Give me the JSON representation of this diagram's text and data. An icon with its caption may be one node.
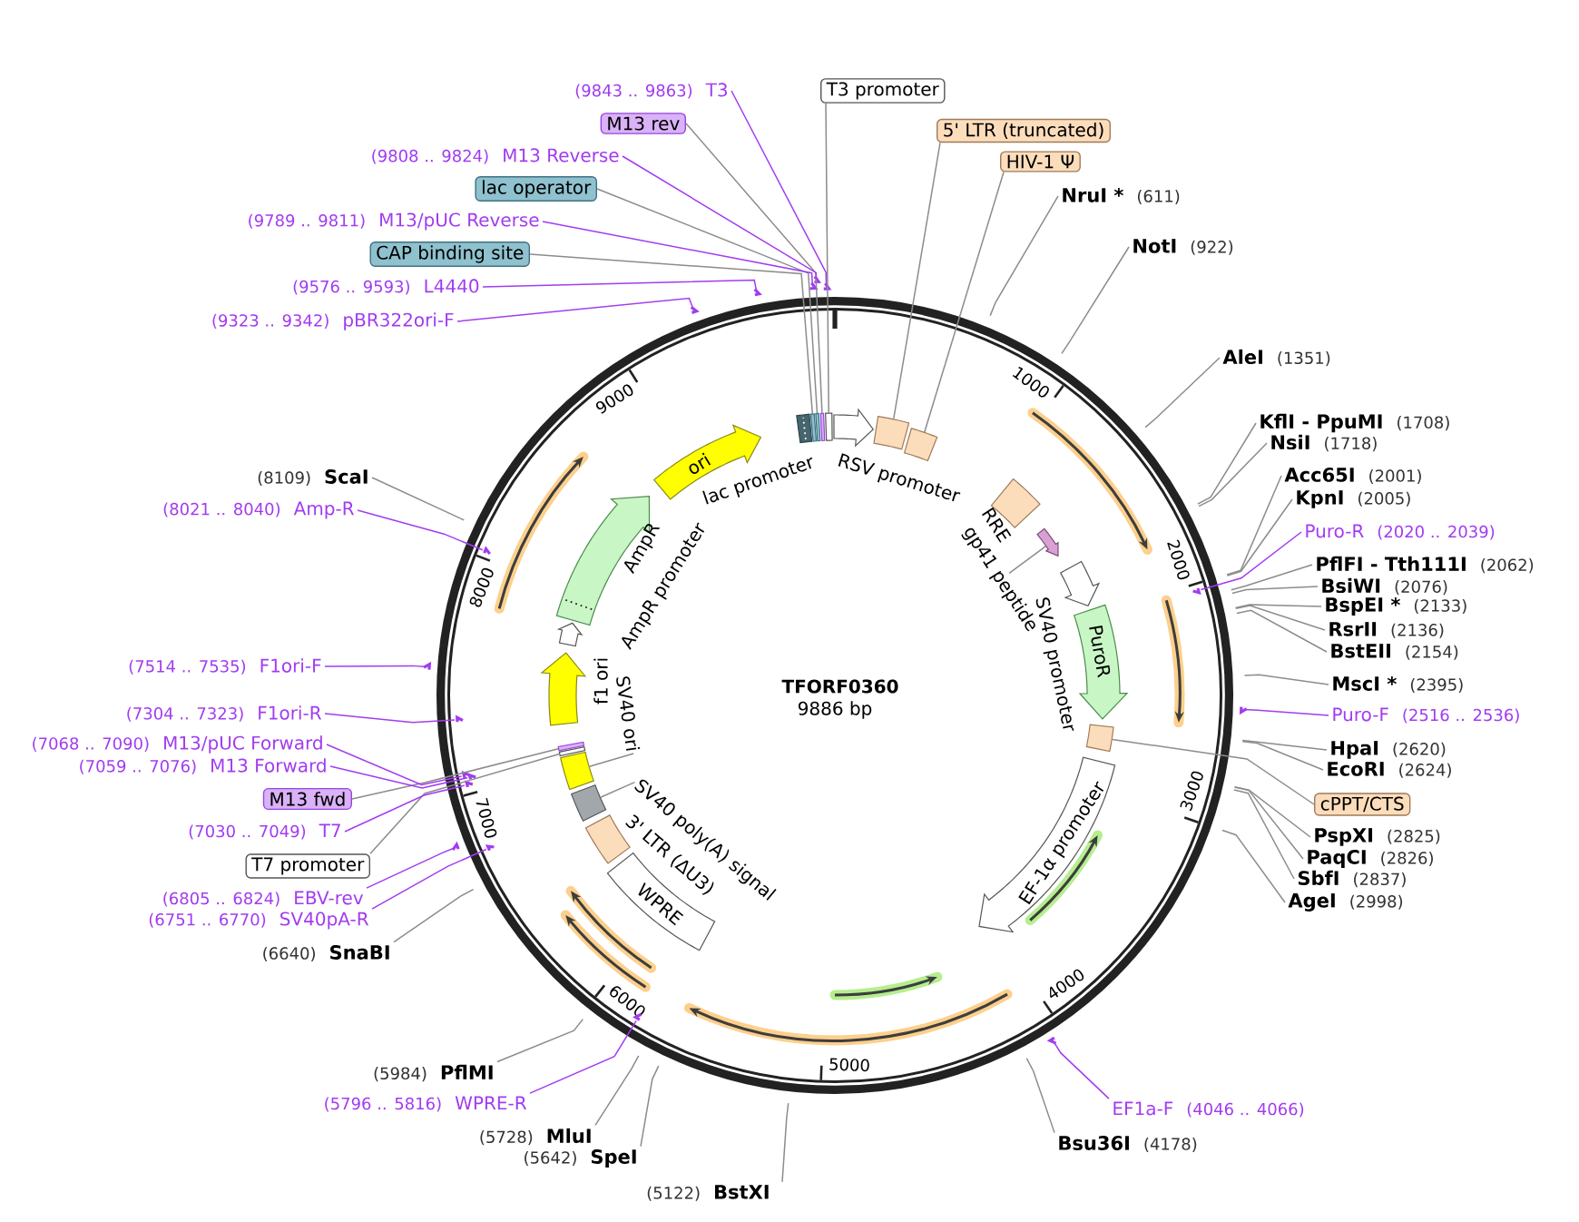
{
  "diagram": {
    "title": "TFORF0360",
    "nodes": [
      {
        "text": [
          "(9843 .. 9863)",
          "T3"
        ]
      },
      {
        "text": [
          "M13 rev"
        ]
      },
      {
        "text": [
          "(9808 .. 9824)",
          "M13 Reverse"
        ]
      },
      {
        "text": [
          "lac operator"
        ]
      },
      {
        "text": [
          "(9789 .. 9811)",
          "M13/pUC Reverse"
        ]
      },
      {
        "text": [
          "CAP binding site"
        ]
      },
      {
        "text": [
          "(9576 .. 9593)",
          "L4440"
        ]
      },
      {
        "text": [
          "(9323 .. 9342)",
          "pBR322ori-F"
        ]
      },
      {
        "text": [
          "T3 promoter"
        ]
      },
      {
        "text": [
          "5' LTR (truncated)"
        ]
      },
      {
        "text": [
          "HIV-1 Ψ"
        ]
      },
      {
        "text": [
          "NruI *",
          "(611)"
        ]
      },
      {
        "text": [
          "NotI",
          "(922)"
        ]
      },
      {
        "text": [
          "AleI",
          "(1351)"
        ]
      },
      {
        "text": [
          "KflI - PpuMI",
          "(1708)"
        ]
      },
      {
        "text": [
          "NsiI",
          "(1718)"
        ]
      },
      {
        "text": [
          "Acc65I",
          "(2001)"
        ]
      },
      {
        "text": [
          "KpnI",
          "(2005)"
        ]
      },
      {
        "text": [
          "Puro-R",
          "(2020 .. 2039)"
        ]
      },
      {
        "text": [
          "PflFI - Tth111I",
          "(2062)"
        ]
      },
      {
        "text": [
          "BsiWI",
          "(2076)"
        ]
      },
      {
        "text": [
          "BspEI *",
          "(2133)"
        ]
      },
      {
        "text": [
          "RsrII",
          "(2136)"
        ]
      },
      {
        "text": [
          "BstEII",
          "(2154)"
        ]
      },
      {
        "text": [
          "MscI *",
          "(2395)"
        ]
      },
      {
        "text": [
          "Puro-F",
          "(2516 .. 2536)"
        ]
      },
      {
        "text": [
          "HpaI",
          "(2620)"
        ]
      },
      {
        "text": [
          "EcoRI",
          "(2624)"
        ]
      },
      {
        "text": [
          "cPPT/CTS"
        ]
      },
      {
        "text": [
          "PspXI",
          "(2825)"
        ]
      },
      {
        "text": [
          "PaqCI",
          "(2826)"
        ]
      },
      {
        "text": [
          "SbfI",
          "(2837)"
        ]
      },
      {
        "text": [
          "AgeI",
          "(2998)"
        ]
      },
      {
        "text": [
          "EF1a-F",
          "(4046 .. 4066)"
        ]
      },
      {
        "text": [
          "Bsu36I",
          "(4178)"
        ]
      },
      {
        "text": [
          "(5122)",
          "BstXI"
        ]
      },
      {
        "text": [
          "(5642)",
          "SpeI"
        ]
      },
      {
        "text": [
          "(5728)",
          "MluI"
        ]
      },
      {
        "text": [
          "(5796 .. 5816)",
          "WPRE-R"
        ]
      },
      {
        "text": [
          "(5984)",
          "PflMI"
        ]
      },
      {
        "text": [
          "(6640)",
          "SnaBI"
        ]
      },
      {
        "text": [
          "(6751 .. 6770)",
          "SV40pA-R"
        ]
      },
      {
        "text": [
          "(6805 .. 6824)",
          "EBV-rev"
        ]
      },
      {
        "text": [
          "T7 promoter"
        ]
      },
      {
        "text": [
          "(7030 .. 7049)",
          "T7"
        ]
      },
      {
        "text": [
          "M13 fwd"
        ]
      },
      {
        "text": [
          "(7059 .. 7076)",
          "M13 Forward"
        ]
      },
      {
        "text": [
          "(7068 .. 7090)",
          "M13/pUC Forward"
        ]
      },
      {
        "text": [
          "(7304 .. 7323)",
          "F1ori-R"
        ]
      },
      {
        "text": [
          "(7514 .. 7535)",
          "F1ori-F"
        ]
      },
      {
        "text": [
          "(8021 .. 8040)",
          "Amp-R"
        ]
      },
      {
        "text": [
          "(8109)",
          "ScaI"
        ]
      },
      {
        "text": [],
        "shape": "box"
      },
      {
        "text": [],
        "shape": "bar"
      },
      {
        "text": [],
        "shape": "bar"
      },
      {
        "text": [],
        "shape": "bar"
      },
      {
        "text": [],
        "shape": "bar"
      },
      {
        "text": [],
        "shape": "arrow",
        "beside": [
          "RSV promoter"
        ]
      },
      {
        "text": [],
        "shape": "box"
      },
      {
        "text": [],
        "shape": "box"
      },
      {
        "text": [],
        "shape": "box",
        "beside": [
          "RRE"
        ]
      },
      {
        "text": [],
        "shape": "arrow"
      },
      {
        "text": [],
        "shape": "arrow",
        "beside": [
          "SV40 promoter"
        ]
      },
      {
        "text": [
          "PuroR"
        ]
      },
      {
        "text": [],
        "shape": "box"
      },
      {
        "text": [
          "EF-1α promoter"
        ]
      },
      {
        "text": [
          "WPRE"
        ]
      },
      {
        "text": [],
        "shape": "box",
        "beside": [
          "3' LTR (ΔU3)"
        ]
      },
      {
        "text": [],
        "shape": "box"
      },
      {
        "text": [],
        "shape": "box"
      },
      {
        "text": [],
        "shape": "bar"
      },
      {
        "text": [],
        "shape": "bar"
      },
      {
        "text": [],
        "shape": "arrow",
        "beside": [
          "f1 ori"
        ]
      },
      {
        "text": [],
        "shape": "arrow"
      },
      {
        "text": [],
        "shape": "arrow",
        "beside": [
          "AmpR"
        ]
      },
      {
        "text": [
          "ori"
        ]
      },
      {
        "text": [
          "gp41 peptide"
        ]
      },
      {
        "text": [
          "SV40 ori"
        ]
      },
      {
        "text": [
          "SV40 poly(A) signal"
        ]
      },
      {
        "text": [],
        "shape": "bar"
      },
      {
        "text": [],
        "shape": "bar"
      },
      {
        "text": [],
        "shape": "bar"
      },
      {
        "text": [],
        "shape": "bar"
      },
      {
        "text": [],
        "shape": "bar"
      },
      {
        "text": [],
        "shape": "bar"
      },
      {
        "text": [],
        "shape": "bar"
      },
      {
        "text": [],
        "shape": "bar"
      },
      {
        "text": [],
        "shape": "bar"
      },
      {
        "text": [],
        "shape": "bar"
      },
      {
        "text": [],
        "shape": "bar"
      },
      {
        "text": [],
        "shape": "bar"
      },
      {
        "text": [],
        "shape": "bar"
      },
      {
        "text": [],
        "shape": "bar"
      },
      {
        "text": [],
        "shape": "bar"
      },
      {
        "text": [],
        "shape": "bar"
      },
      {
        "text": [],
        "shape": "bar"
      }
    ],
    "edges": [
      {
        "from": 0,
        "to": 79,
        "arrow": "none",
        "color": "#a23cf0"
      },
      {
        "from": 1,
        "to": 55,
        "arrow": "none"
      },
      {
        "from": 2,
        "to": 80,
        "arrow": "none",
        "color": "#a23cf0"
      },
      {
        "from": 3,
        "to": 54,
        "arrow": "none"
      },
      {
        "from": 4,
        "to": 81,
        "arrow": "none",
        "color": "#a23cf0"
      },
      {
        "from": 5,
        "to": 53,
        "arrow": "none"
      },
      {
        "from": 6,
        "to": 82,
        "arrow": "none",
        "color": "#a23cf0"
      },
      {
        "from": 7,
        "to": 83,
        "arrow": "none",
        "color": "#a23cf0"
      },
      {
        "from": 8,
        "to": 56,
        "arrow": "none"
      },
      {
        "from": 9,
        "to": 58,
        "arrow": "none"
      },
      {
        "from": 10,
        "to": 59,
        "arrow": "none"
      },
      {
        "from": 11,
        "to": null,
        "arrow": "none"
      },
      {
        "from": 12,
        "to": null,
        "arrow": "none"
      },
      {
        "from": 13,
        "to": null,
        "arrow": "none"
      },
      {
        "from": 14,
        "to": null,
        "arrow": "none"
      },
      {
        "from": 15,
        "to": null,
        "arrow": "none"
      },
      {
        "from": 16,
        "to": null,
        "arrow": "none"
      },
      {
        "from": 17,
        "to": null,
        "arrow": "none"
      },
      {
        "from": 18,
        "to": 84,
        "arrow": "none",
        "color": "#a23cf0"
      },
      {
        "from": 19,
        "to": null,
        "arrow": "none"
      },
      {
        "from": 20,
        "to": null,
        "arrow": "none"
      },
      {
        "from": 21,
        "to": null,
        "arrow": "none"
      },
      {
        "from": 22,
        "to": null,
        "arrow": "none"
      },
      {
        "from": 23,
        "to": null,
        "arrow": "none"
      },
      {
        "from": 24,
        "to": null,
        "arrow": "none"
      },
      {
        "from": 25,
        "to": 85,
        "arrow": "none",
        "color": "#a23cf0"
      },
      {
        "from": 26,
        "to": null,
        "arrow": "none"
      },
      {
        "from": 27,
        "to": null,
        "arrow": "none"
      },
      {
        "from": 28,
        "to": 64,
        "arrow": "none"
      },
      {
        "from": 29,
        "to": null,
        "arrow": "none"
      },
      {
        "from": 30,
        "to": null,
        "arrow": "none"
      },
      {
        "from": 31,
        "to": null,
        "arrow": "none"
      },
      {
        "from": 32,
        "to": null,
        "arrow": "none"
      },
      {
        "from": 33,
        "to": 86,
        "arrow": "none",
        "color": "#a23cf0"
      },
      {
        "from": 34,
        "to": null,
        "arrow": "none"
      },
      {
        "from": 35,
        "to": null,
        "arrow": "none"
      },
      {
        "from": 36,
        "to": null,
        "arrow": "none"
      },
      {
        "from": 37,
        "to": null,
        "arrow": "none"
      },
      {
        "from": 38,
        "to": 87,
        "arrow": "none",
        "color": "#a23cf0"
      },
      {
        "from": 39,
        "to": null,
        "arrow": "none"
      },
      {
        "from": 40,
        "to": null,
        "arrow": "none"
      },
      {
        "from": 41,
        "to": 88,
        "arrow": "none",
        "color": "#a23cf0"
      },
      {
        "from": 42,
        "to": 89,
        "arrow": "none",
        "color": "#a23cf0"
      },
      {
        "from": 43,
        "to": 70,
        "arrow": "none"
      },
      {
        "from": 44,
        "to": 90,
        "arrow": "none",
        "color": "#a23cf0"
      },
      {
        "from": 45,
        "to": 71,
        "arrow": "none"
      },
      {
        "from": 46,
        "to": 91,
        "arrow": "none",
        "color": "#a23cf0"
      },
      {
        "from": 47,
        "to": 92,
        "arrow": "none",
        "color": "#a23cf0"
      },
      {
        "from": 48,
        "to": 93,
        "arrow": "none",
        "color": "#a23cf0"
      },
      {
        "from": 49,
        "to": 94,
        "arrow": "none",
        "color": "#a23cf0"
      },
      {
        "from": 50,
        "to": 95,
        "arrow": "none",
        "color": "#a23cf0"
      },
      {
        "from": 51,
        "to": null,
        "arrow": "none"
      },
      {
        "from": 76,
        "to": 61,
        "arrow": "none"
      },
      {
        "from": 77,
        "to": 69,
        "arrow": "none"
      },
      {
        "from": 78,
        "to": 68,
        "arrow": "none"
      }
    ],
    "labels": [
      "1000",
      "2000",
      "3000",
      "4000",
      "5000",
      "6000",
      "7000",
      "8000",
      "9000",
      "9886 bp",
      "lac promoter",
      "AmpR promoter"
    ]
  }
}
